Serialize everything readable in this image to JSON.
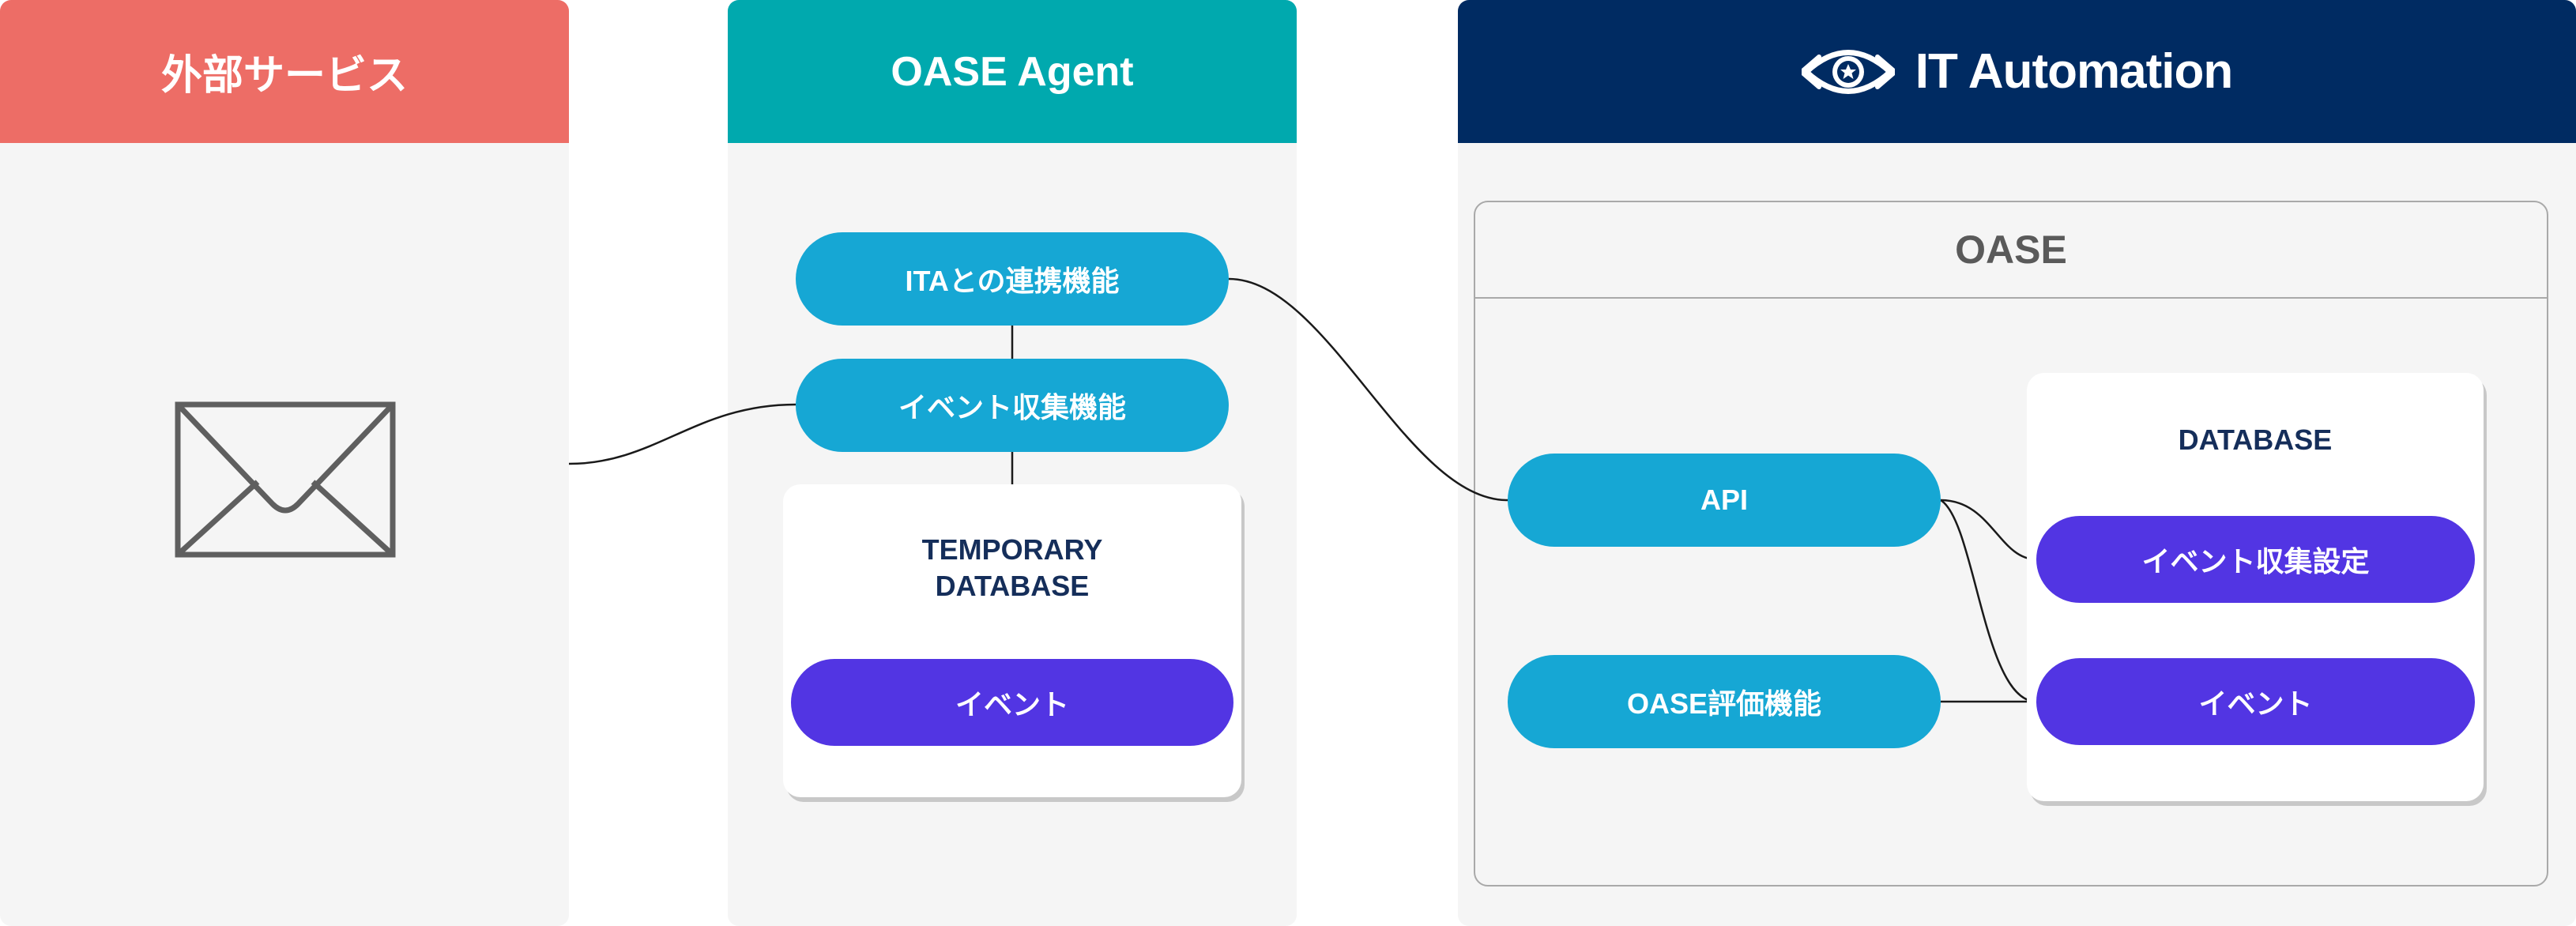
{
  "columns": {
    "external": {
      "title": "外部サービス",
      "color": "#ed6d66",
      "icon": "mail-envelope-icon"
    },
    "agent": {
      "title": "OASE Agent",
      "color": "#00a9ae",
      "functions": {
        "ita_link": "ITAとの連携機能",
        "event_collection": "イベント収集機能"
      },
      "temp_db": {
        "title": "TEMPORARY\nDATABASE",
        "event": "イベント"
      }
    },
    "ita": {
      "title": "IT Automation",
      "color": "#002b62",
      "logo_icon": "it-automation-logo-icon",
      "oase": {
        "title": "OASE",
        "api": "API",
        "evaluation": "OASE評価機能",
        "database": {
          "title": "DATABASE",
          "event_collection_settings": "イベント収集設定",
          "event": "イベント"
        }
      }
    }
  },
  "colors": {
    "function_pill": "#16a7d4",
    "data_pill": "#5235e3",
    "db_title": "#152e5a",
    "column_body": "#f5f5f5"
  }
}
